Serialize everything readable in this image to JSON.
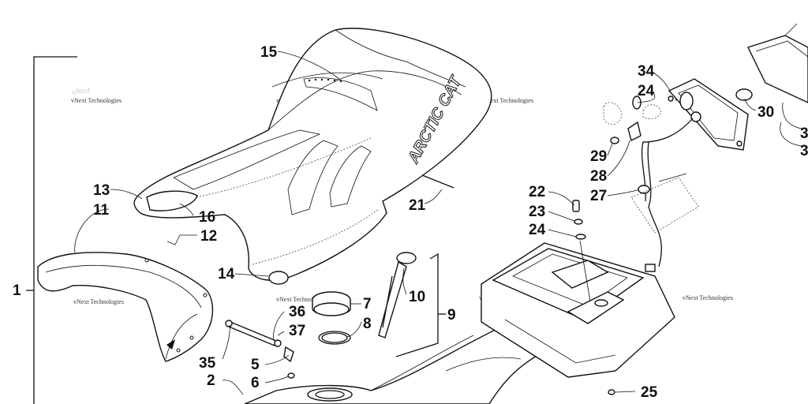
{
  "diagram": {
    "brand_mark": "ARCTIC CAT",
    "watermark": "vNext Technologies",
    "callouts": [
      "1",
      "2",
      "5",
      "6",
      "7",
      "8",
      "9",
      "10",
      "11",
      "12",
      "13",
      "14",
      "15",
      "16",
      "21",
      "22",
      "23",
      "24",
      "24",
      "25",
      "27",
      "28",
      "29",
      "30",
      "34",
      "35",
      "36",
      "37",
      "3",
      "3"
    ]
  }
}
